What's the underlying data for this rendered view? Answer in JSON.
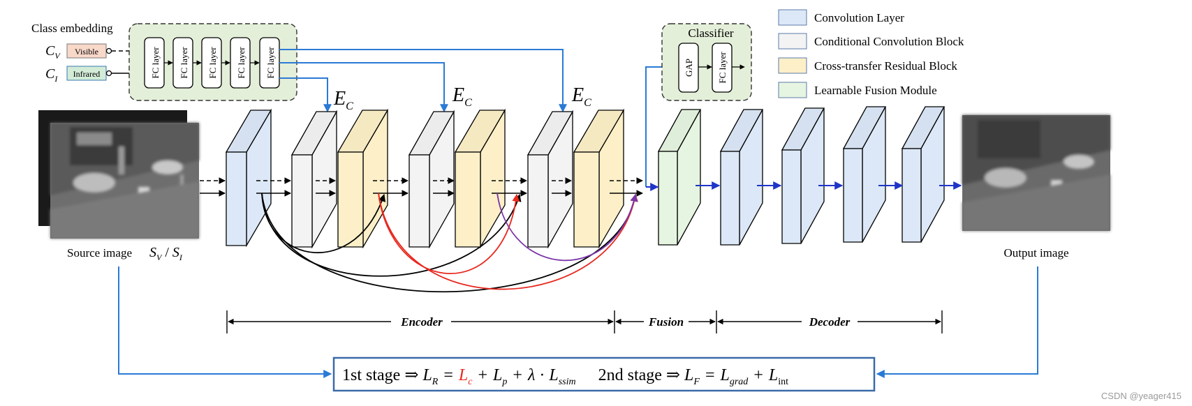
{
  "class_embedding": {
    "title": "Class embedding",
    "cv_symbol": "C",
    "cv_sub": "V",
    "ci_symbol": "C",
    "ci_sub": "I",
    "visible_label": "Visible",
    "infrared_label": "Infrared",
    "fc_label": "FC layer"
  },
  "classifier": {
    "title": "Classifier",
    "gap_label": "GAP",
    "fc_label": "FC layer"
  },
  "ec_label": {
    "main": "E",
    "sub": "C"
  },
  "legend": [
    {
      "label": "Convolution Layer",
      "color": "#dce8f7"
    },
    {
      "label": "Conditional Convolution Block",
      "color": "#f3f3f3"
    },
    {
      "label": "Cross-transfer Residual Block",
      "color": "#fdf0c8"
    },
    {
      "label": "Learnable Fusion Module",
      "color": "#e6f5e1"
    }
  ],
  "source": {
    "label": "Source image",
    "sv": "S",
    "sv_sub": "V",
    "slash": "/",
    "si": "S",
    "si_sub": "I"
  },
  "output": {
    "label": "Output image"
  },
  "sections": {
    "encoder": "Encoder",
    "fusion": "Fusion",
    "decoder": "Decoder"
  },
  "formula": {
    "stage1": "1st stage",
    "implies": "⇒",
    "L": "L",
    "R_sub": "R",
    "c_sub": "c",
    "p_sub": "p",
    "lambda": "λ",
    "cdot": "·",
    "ssim_sub": "ssim",
    "stage2": "2nd stage",
    "F_sub": "F",
    "grad_sub": "grad",
    "int_sub": "int",
    "plus": "+",
    "eq": "="
  },
  "watermark": "CSDN @yeager415",
  "colors": {
    "conv": "#dce8f7",
    "cond": "#f3f3f3",
    "cross": "#fdf0c8",
    "fusion": "#e6f5e1",
    "panel": "#e4efd9",
    "blue_arrow": "#2a7ad5",
    "red_curve": "#e8281e",
    "purple_curve": "#7b35a8",
    "formula_red": "#e8281e"
  }
}
